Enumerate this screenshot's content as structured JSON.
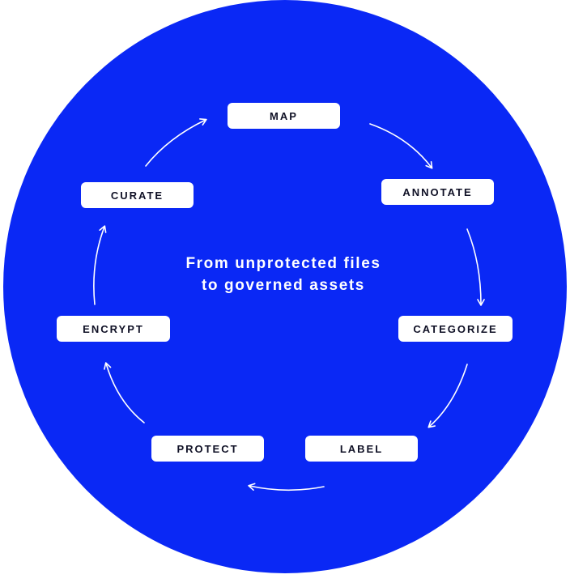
{
  "diagram": {
    "center_text": {
      "line1": "From unprotected files",
      "line2": "to governed assets"
    },
    "steps": [
      {
        "id": "map",
        "label": "MAP"
      },
      {
        "id": "annotate",
        "label": "ANNOTATE"
      },
      {
        "id": "categorize",
        "label": "CATEGORIZE"
      },
      {
        "id": "label",
        "label": "LABEL"
      },
      {
        "id": "protect",
        "label": "PROTECT"
      },
      {
        "id": "encrypt",
        "label": "ENCRYPT"
      },
      {
        "id": "curate",
        "label": "CURATE"
      }
    ],
    "flow": "clockwise",
    "colors": {
      "circle": "#0a28f5",
      "pill": "#ffffff",
      "pill_text": "#0f1025",
      "arrow": "#ffffff",
      "center_text": "#ffffff"
    }
  }
}
